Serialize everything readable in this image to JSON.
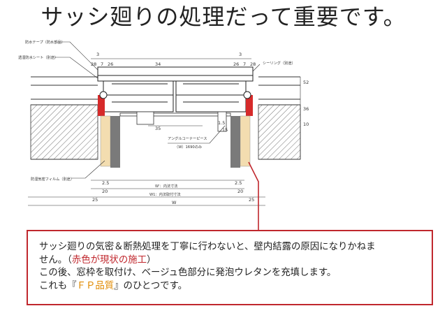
{
  "title": "サッシ廻りの処理だって重要です。",
  "drawing": {
    "labels": {
      "waterproof_tape": "防水テープ（防水部品）",
      "breathable_sheet": "透湿防水シート（別途）",
      "sealing": "シーリング（別途）",
      "angle_corner": "アングルコーナーピース",
      "angle_corner_size": "（W）1690のみ",
      "vapor_film": "防湿気密フィルム（別途）",
      "inner_width": "W'：内法寸法",
      "mount_width": "W1：内法取付寸法"
    },
    "dims": {
      "d_3_left": "3",
      "d_28": "28",
      "d_7": "7",
      "d_26_left": "26",
      "d_34": "34",
      "d_3_right": "3",
      "d_26_right": "26",
      "d_7_right": "7",
      "d_28_right": "28",
      "d_52": "52",
      "d_36": "36",
      "d_10": "10",
      "d_35": "35",
      "d_15": "1.5",
      "d_15b": "15",
      "d_25_left": "2.5",
      "d_20_left": "20",
      "d_25b_left": "25",
      "d_25_right": "2.5",
      "d_20_right": "20",
      "d_25b_right": "25",
      "d_W": "W"
    }
  },
  "note": {
    "line1": "サッシ廻りの気密＆断熱処理を丁寧に行わないと、壁内結露の原因になりかねま",
    "line2_pre": "せん。（",
    "line2_red": "赤色が現状の施工",
    "line2_post": "）",
    "line3": "この後、窓枠を取付け、ベージュ色部分に発泡ウレタンを充填します。",
    "line4_pre": "これも『",
    "line4_orange": "ＦＰ品質",
    "line4_post": "』のひとつです。"
  },
  "colors": {
    "accent_red": "#c0272d",
    "beige": "#f3ddb0",
    "wood_gray": "#7a7a7a",
    "hatch": "#444444"
  }
}
